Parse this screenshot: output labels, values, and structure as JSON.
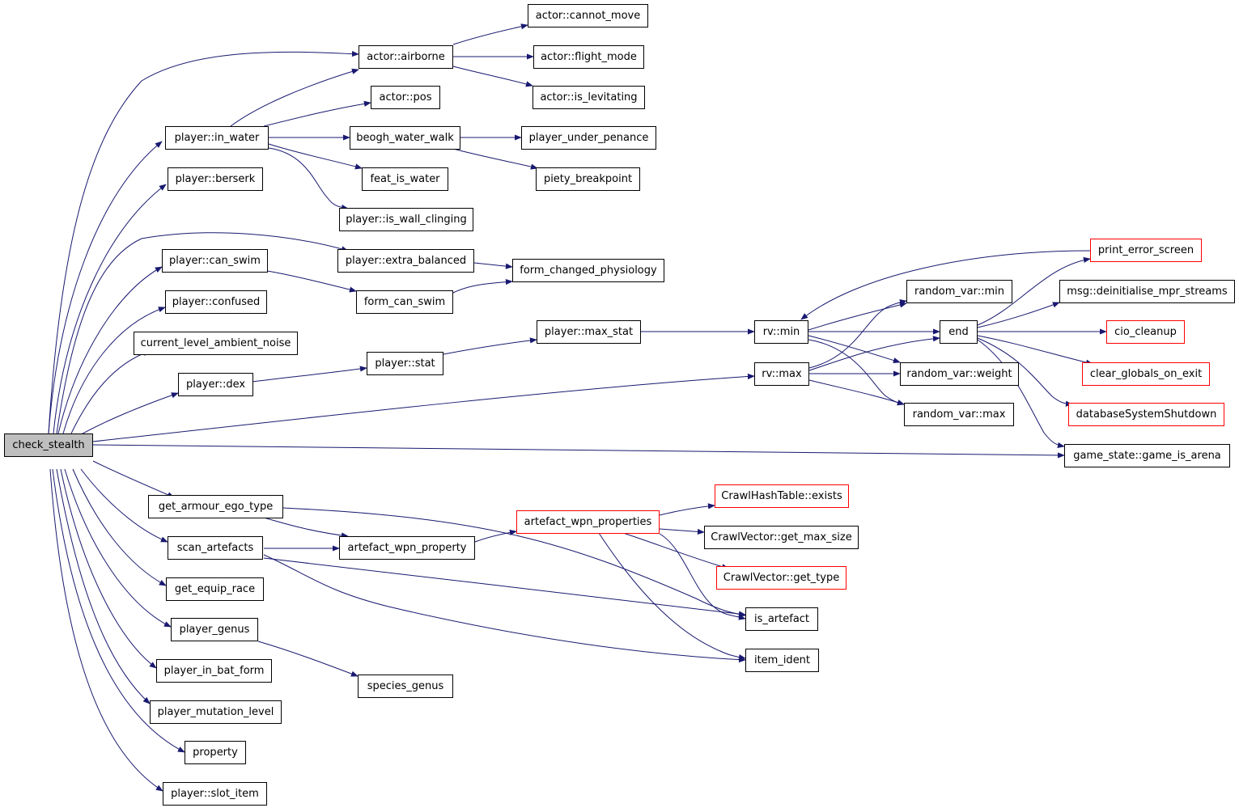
{
  "colors": {
    "edge": "#191970",
    "node_border": "#000000",
    "external_border": "#ff0000",
    "root_fill": "#bfbfbf"
  },
  "nodes": {
    "check_stealth": "check_stealth",
    "actor_cannot_move": "actor::cannot_move",
    "actor_airborne": "actor::airborne",
    "actor_flight_mode": "actor::flight_mode",
    "actor_is_levitating": "actor::is_levitating",
    "actor_pos": "actor::pos",
    "player_in_water": "player::in_water",
    "beogh_water_walk": "beogh_water_walk",
    "player_under_penance": "player_under_penance",
    "player_berserk": "player::berserk",
    "feat_is_water": "feat_is_water",
    "piety_breakpoint": "piety_breakpoint",
    "player_is_wall_clinging": "player::is_wall_clinging",
    "player_extra_balanced": "player::extra_balanced",
    "player_can_swim": "player::can_swim",
    "form_changed_physiology": "form_changed_physiology",
    "print_error_screen": "print_error_screen",
    "form_can_swim": "form_can_swim",
    "player_confused": "player::confused",
    "random_var_min": "random_var::min",
    "msg_deinitialise_mpr_streams": "msg::deinitialise_mpr_streams",
    "player_max_stat": "player::max_stat",
    "rv_min": "rv::min",
    "end": "end",
    "cio_cleanup": "cio_cleanup",
    "current_level_ambient_noise": "current_level_ambient_noise",
    "player_stat": "player::stat",
    "clear_globals_on_exit": "clear_globals_on_exit",
    "rv_max": "rv::max",
    "random_var_weight": "random_var::weight",
    "player_dex": "player::dex",
    "random_var_max": "random_var::max",
    "databaseSystemShutdown": "databaseSystemShutdown",
    "game_state_game_is_arena": "game_state::game_is_arena",
    "crawlhashtable_exists": "CrawlHashTable::exists",
    "get_armour_ego_type": "get_armour_ego_type",
    "artefact_wpn_properties": "artefact_wpn_properties",
    "crawlvector_get_max_size": "CrawlVector::get_max_size",
    "scan_artefacts": "scan_artefacts",
    "artefact_wpn_property": "artefact_wpn_property",
    "crawlvector_get_type": "CrawlVector::get_type",
    "get_equip_race": "get_equip_race",
    "is_artefact": "is_artefact",
    "player_genus": "player_genus",
    "item_ident": "item_ident",
    "player_in_bat_form": "player_in_bat_form",
    "species_genus": "species_genus",
    "player_mutation_level": "player_mutation_level",
    "property": "property",
    "player_slot_item": "player::slot_item"
  }
}
